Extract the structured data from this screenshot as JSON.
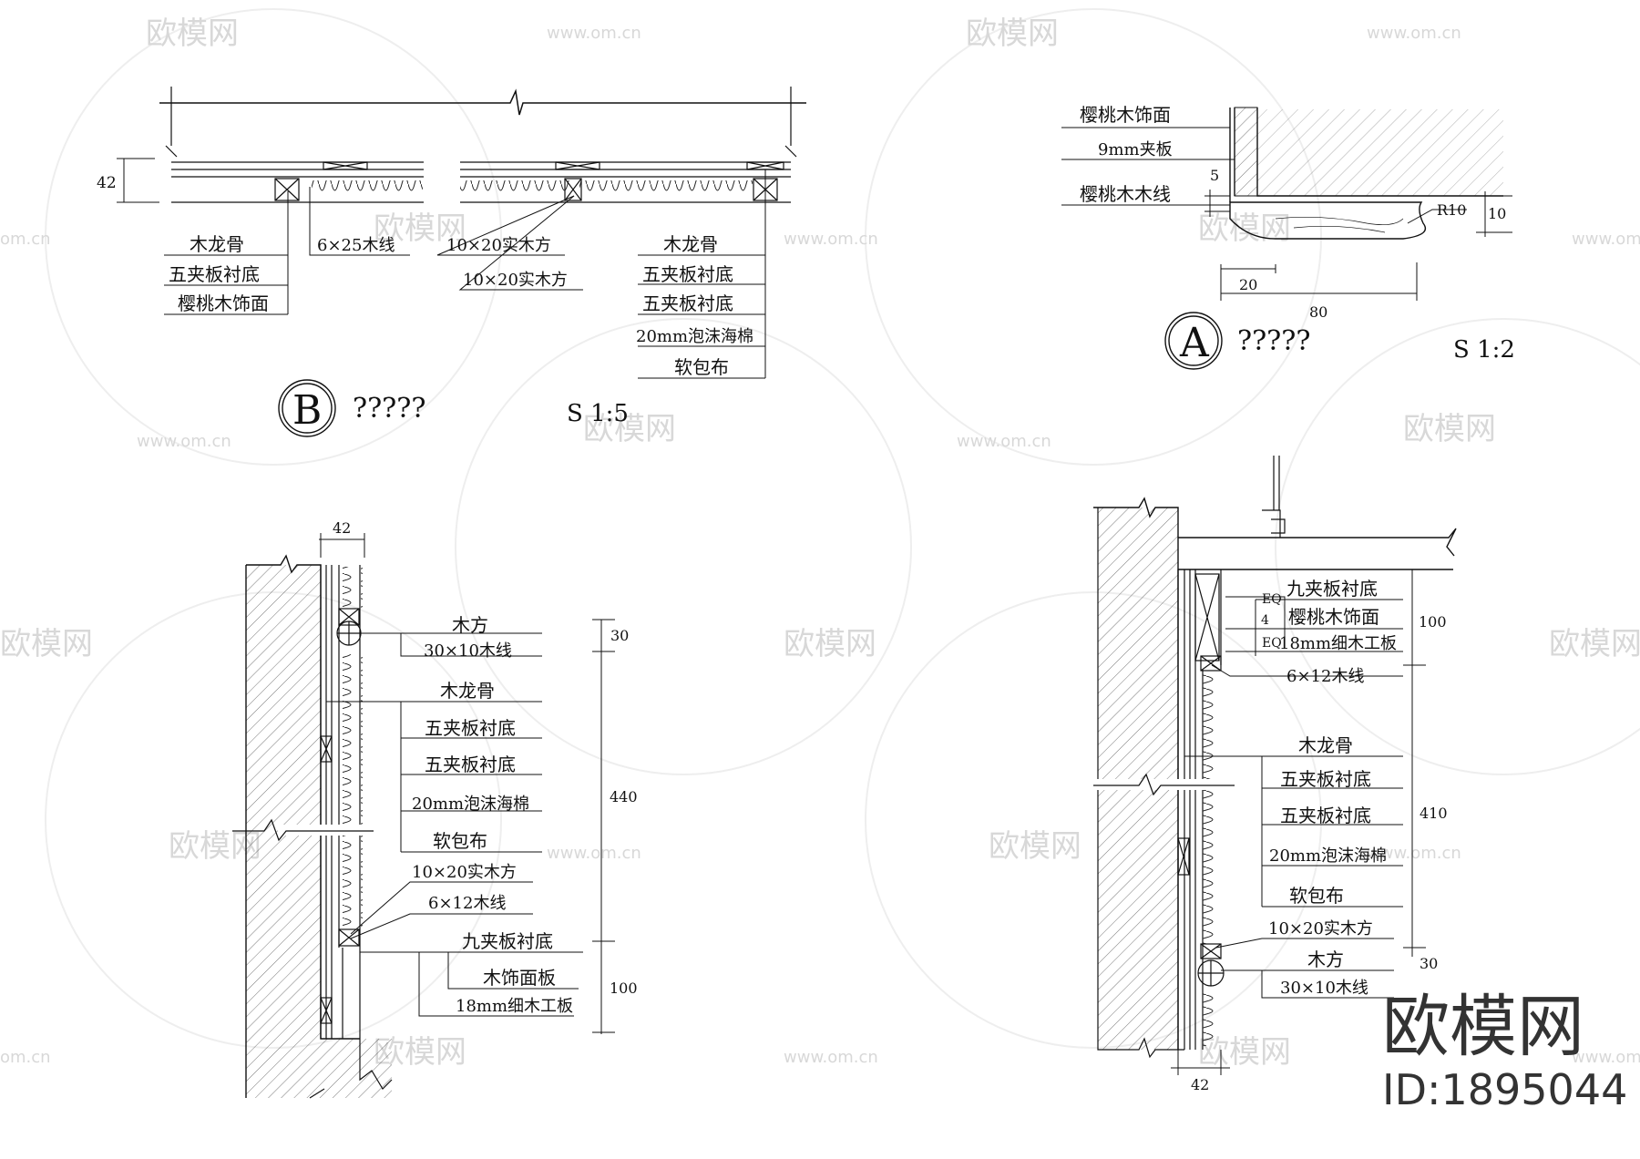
{
  "watermark": {
    "brand": "欧模网",
    "url": "www.om.cn",
    "url_short": "om.cn"
  },
  "corner_logo": {
    "brand": "欧模网",
    "id": "ID:1895044"
  },
  "detail_b": {
    "marker": "B",
    "title": "?????",
    "scale": "S 1:5",
    "dim": "42",
    "labels_left": [
      "木龙骨",
      "五夹板衬底",
      "樱桃木饰面"
    ],
    "label_wood_line": "6×25木线",
    "label_solid_batten_1": "10×20实木方",
    "label_solid_batten_2": "10×20实木方",
    "labels_right": [
      "木龙骨",
      "五夹板衬底",
      "五夹板衬底",
      "20mm泡沫海棉",
      "软包布"
    ]
  },
  "detail_a": {
    "marker": "A",
    "title": "?????",
    "scale": "S 1:2",
    "labels": [
      "樱桃木饰面",
      "9mm夹板",
      "樱桃木木线"
    ],
    "dims": {
      "five": "5",
      "r10": "R10",
      "ten": "10",
      "twenty": "20",
      "eighty": "80"
    }
  },
  "section_left": {
    "dim_top": "42",
    "labels_top": [
      "木方",
      "30×10木线"
    ],
    "labels_mid": [
      "木龙骨",
      "五夹板衬底",
      "五夹板衬底",
      "20mm泡沫海棉",
      "软包布"
    ],
    "labels_lower": [
      "10×20实木方",
      "6×12木线"
    ],
    "labels_bottom": [
      "九夹板衬底",
      "木饰面板",
      "18mm细木工板"
    ],
    "dims": [
      "30",
      "440",
      "100"
    ]
  },
  "section_right": {
    "labels_top": [
      "九夹板衬底",
      "樱桃木饰面",
      "18mm细木工板",
      "6×12木线"
    ],
    "eq": [
      "EQ",
      "4",
      "EQ"
    ],
    "labels_mid": [
      "木龙骨",
      "五夹板衬底",
      "五夹板衬底",
      "20mm泡沫海棉",
      "软包布"
    ],
    "labels_bottom": [
      "10×20实木方",
      "木方",
      "30×10木线"
    ],
    "dims": [
      "100",
      "410",
      "30"
    ],
    "dim_bottom": "42"
  }
}
